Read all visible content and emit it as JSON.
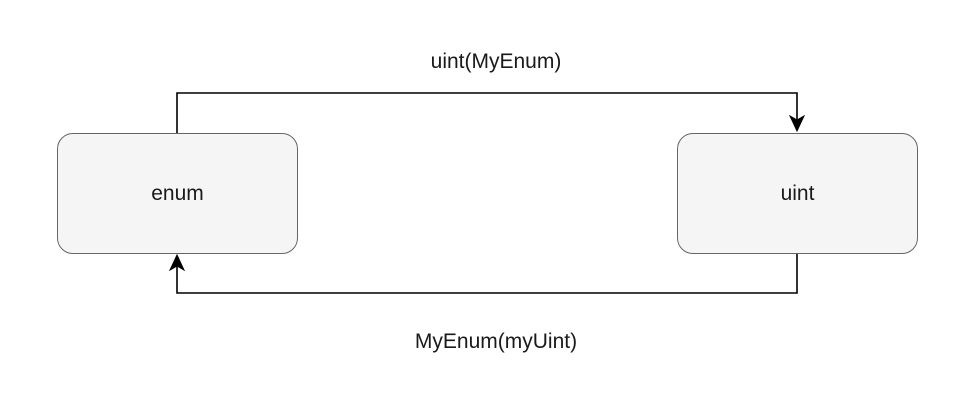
{
  "nodes": {
    "enum": {
      "label": "enum"
    },
    "uint": {
      "label": "uint"
    }
  },
  "edges": {
    "enum_to_uint": {
      "label": "uint(MyEnum)"
    },
    "uint_to_enum": {
      "label": "MyEnum(myUint)"
    }
  },
  "colors": {
    "node_fill": "#f5f5f5",
    "node_border": "#666666",
    "edge_stroke": "#000000",
    "text": "#1a1a1a"
  }
}
